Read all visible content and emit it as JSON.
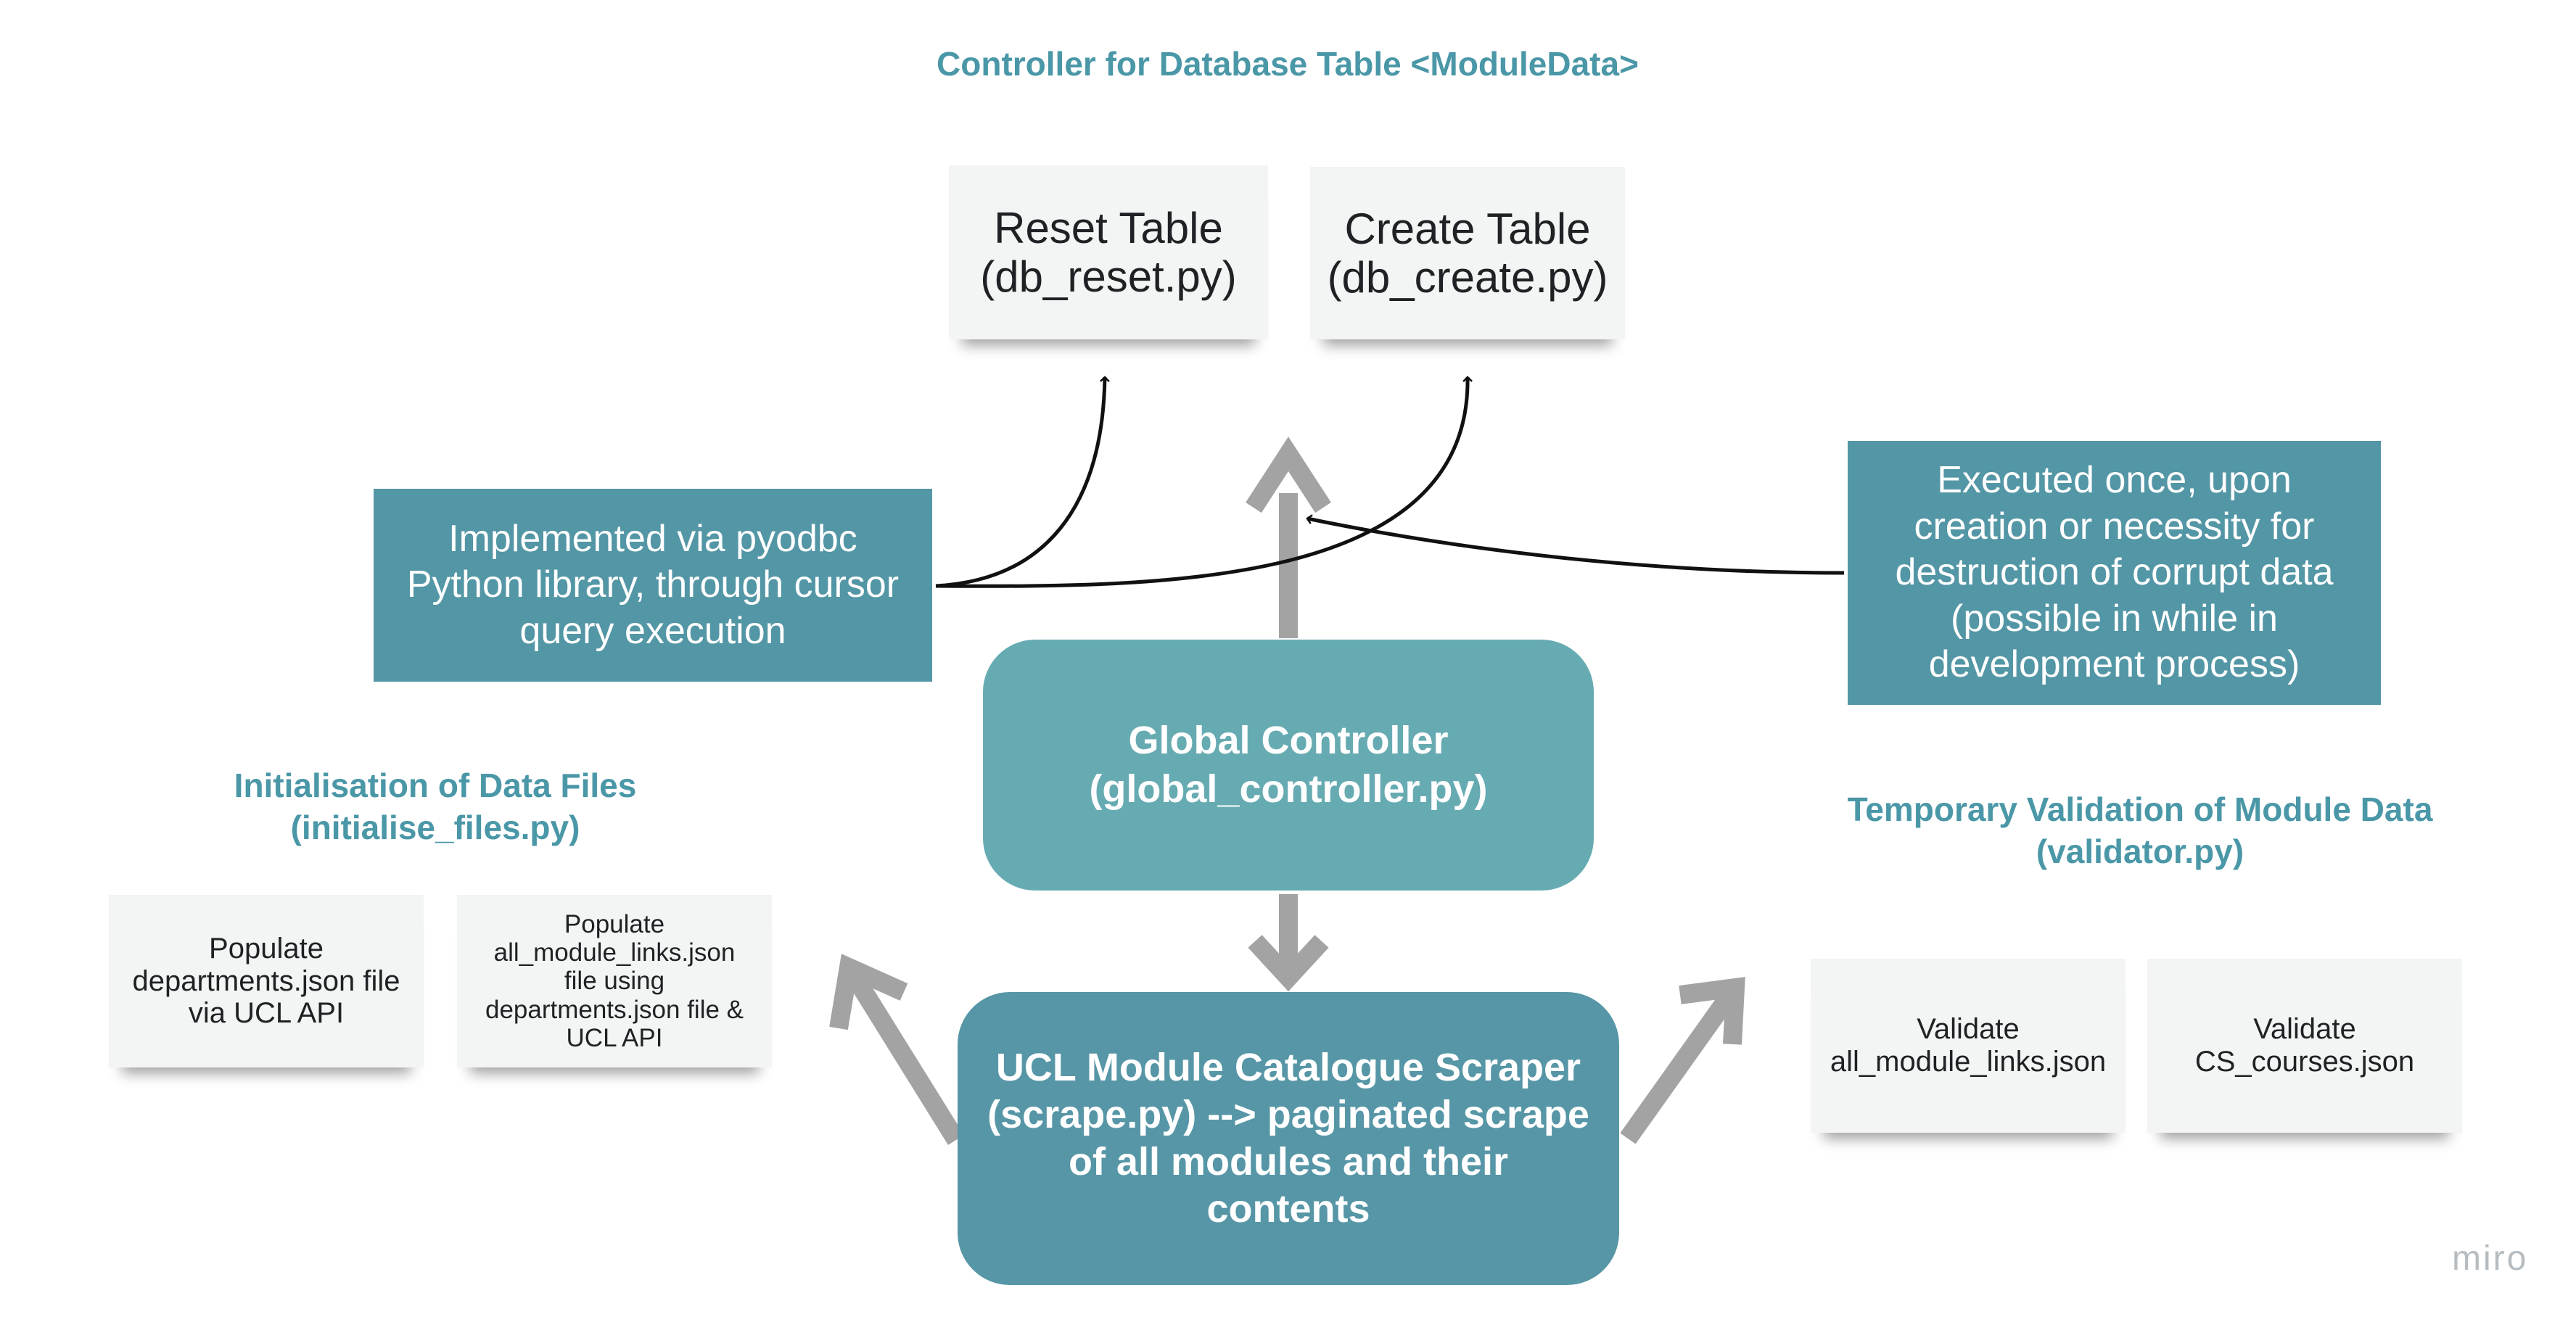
{
  "diagram": {
    "headings": {
      "controller_title": "Controller for Database Table <ModuleData>",
      "init_files_title": "Initialisation of Data Files\n(initialise_files.py)",
      "validation_title": "Temporary Validation of Module Data\n(validator.py)"
    },
    "stickies": {
      "reset_table": "Reset Table\n(db_reset.py)",
      "create_table": "Create Table\n(db_create.py)",
      "populate_departments": "Populate\ndepartments.json file\nvia UCL API",
      "populate_module_links": "Populate\nall_module_links.json\nfile using\ndepartments.json file &\nUCL API",
      "validate_module_links": "Validate\nall_module_links.json",
      "validate_cs_courses": "Validate\nCS_courses.json"
    },
    "notes": {
      "pyodbc_note": "Implemented via pyodbc\nPython library, through cursor\nquery execution",
      "execution_note": "Executed once, upon\ncreation or necessity for\ndestruction of corrupt data\n(possible in while in\ndevelopment process)"
    },
    "nodes": {
      "global_controller": "Global Controller\n(global_controller.py)",
      "scraper": "UCL Module Catalogue Scraper\n(scrape.py) --> paginated scrape\nof all modules and their\ncontents"
    },
    "colors": {
      "heading_teal": "#4a97a7",
      "note_teal": "#5396a5",
      "global_controller_fill": "#67abb2",
      "scraper_fill": "#5696a6",
      "sticky_fill": "#f3f4f4",
      "block_arrow_gray": "#a3a3a3",
      "connector_black": "#111111"
    },
    "watermark": "miro"
  }
}
